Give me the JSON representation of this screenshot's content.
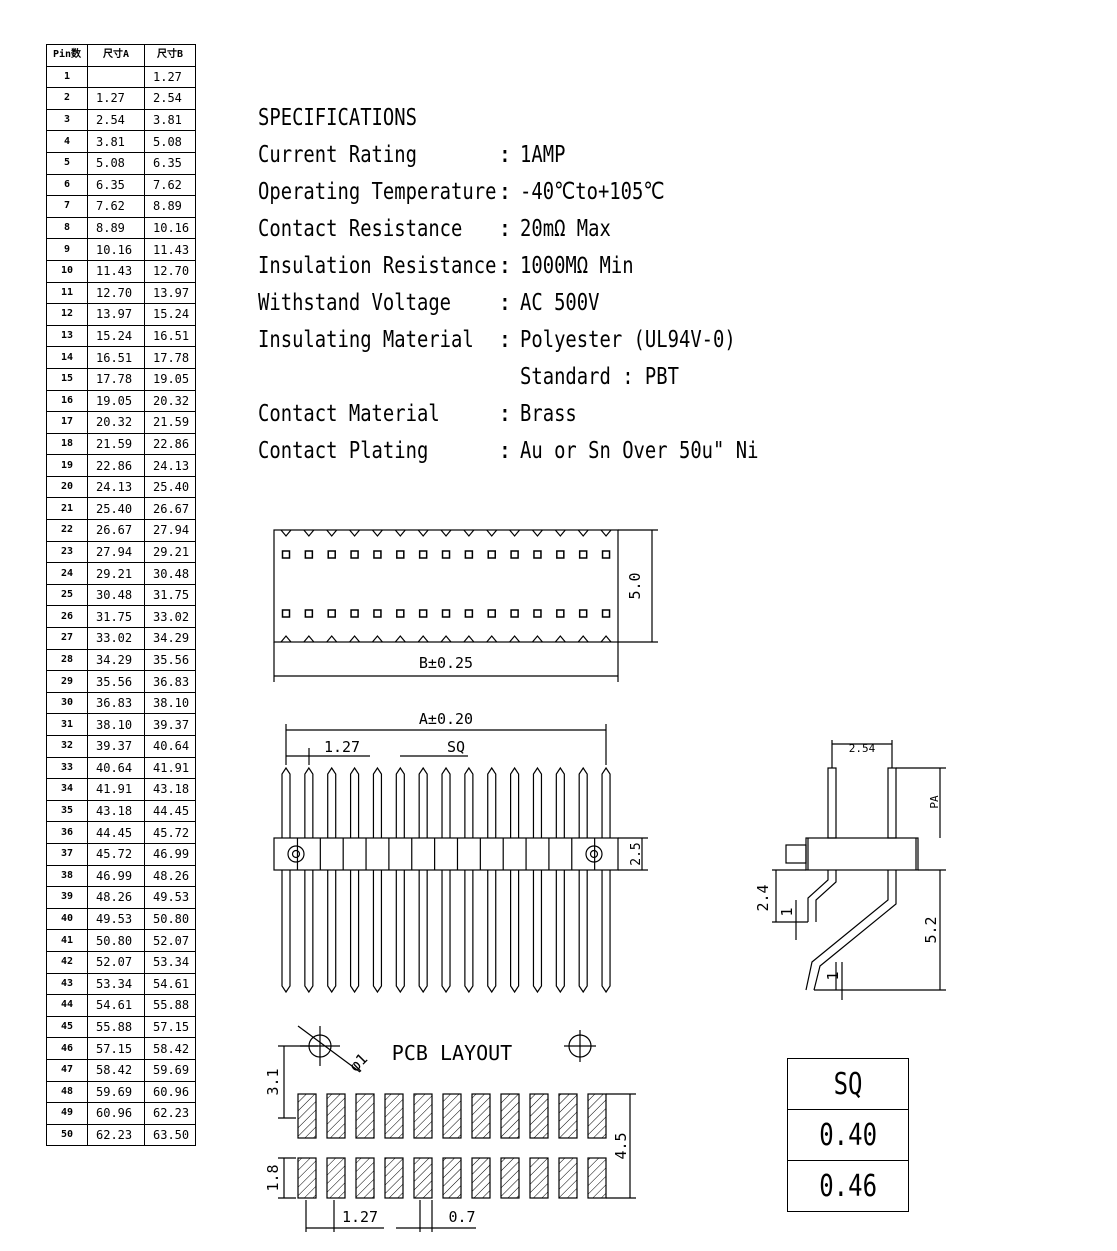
{
  "pin_table": {
    "headers": [
      "Pin数",
      "尺寸A",
      "尺寸B"
    ],
    "rows": [
      [
        "1",
        "",
        "1.27"
      ],
      [
        "2",
        "1.27",
        "2.54"
      ],
      [
        "3",
        "2.54",
        "3.81"
      ],
      [
        "4",
        "3.81",
        "5.08"
      ],
      [
        "5",
        "5.08",
        "6.35"
      ],
      [
        "6",
        "6.35",
        "7.62"
      ],
      [
        "7",
        "7.62",
        "8.89"
      ],
      [
        "8",
        "8.89",
        "10.16"
      ],
      [
        "9",
        "10.16",
        "11.43"
      ],
      [
        "10",
        "11.43",
        "12.70"
      ],
      [
        "11",
        "12.70",
        "13.97"
      ],
      [
        "12",
        "13.97",
        "15.24"
      ],
      [
        "13",
        "15.24",
        "16.51"
      ],
      [
        "14",
        "16.51",
        "17.78"
      ],
      [
        "15",
        "17.78",
        "19.05"
      ],
      [
        "16",
        "19.05",
        "20.32"
      ],
      [
        "17",
        "20.32",
        "21.59"
      ],
      [
        "18",
        "21.59",
        "22.86"
      ],
      [
        "19",
        "22.86",
        "24.13"
      ],
      [
        "20",
        "24.13",
        "25.40"
      ],
      [
        "21",
        "25.40",
        "26.67"
      ],
      [
        "22",
        "26.67",
        "27.94"
      ],
      [
        "23",
        "27.94",
        "29.21"
      ],
      [
        "24",
        "29.21",
        "30.48"
      ],
      [
        "25",
        "30.48",
        "31.75"
      ],
      [
        "26",
        "31.75",
        "33.02"
      ],
      [
        "27",
        "33.02",
        "34.29"
      ],
      [
        "28",
        "34.29",
        "35.56"
      ],
      [
        "29",
        "35.56",
        "36.83"
      ],
      [
        "30",
        "36.83",
        "38.10"
      ],
      [
        "31",
        "38.10",
        "39.37"
      ],
      [
        "32",
        "39.37",
        "40.64"
      ],
      [
        "33",
        "40.64",
        "41.91"
      ],
      [
        "34",
        "41.91",
        "43.18"
      ],
      [
        "35",
        "43.18",
        "44.45"
      ],
      [
        "36",
        "44.45",
        "45.72"
      ],
      [
        "37",
        "45.72",
        "46.99"
      ],
      [
        "38",
        "46.99",
        "48.26"
      ],
      [
        "39",
        "48.26",
        "49.53"
      ],
      [
        "40",
        "49.53",
        "50.80"
      ],
      [
        "41",
        "50.80",
        "52.07"
      ],
      [
        "42",
        "52.07",
        "53.34"
      ],
      [
        "43",
        "53.34",
        "54.61"
      ],
      [
        "44",
        "54.61",
        "55.88"
      ],
      [
        "45",
        "55.88",
        "57.15"
      ],
      [
        "46",
        "57.15",
        "58.42"
      ],
      [
        "47",
        "58.42",
        "59.69"
      ],
      [
        "48",
        "59.69",
        "60.96"
      ],
      [
        "49",
        "60.96",
        "62.23"
      ],
      [
        "50",
        "62.23",
        "63.50"
      ]
    ]
  },
  "specs": {
    "title": "SPECIFICATIONS",
    "colon": ":",
    "rows": [
      {
        "label": "Current Rating",
        "value": "1AMP"
      },
      {
        "label": "Operating Temperature",
        "value": "-40℃to+105℃"
      },
      {
        "label": "Contact Resistance",
        "value": "20mΩ Max"
      },
      {
        "label": "Insulation Resistance",
        "value": "1000MΩ Min"
      },
      {
        "label": "Withstand Voltage",
        "value": "AC 500V"
      },
      {
        "label": "Insulating Material",
        "value": "Polyester (UL94V-0)"
      },
      {
        "label": "",
        "value": "Standard : PBT"
      },
      {
        "label": "Contact Material",
        "value": "Brass"
      },
      {
        "label": "Contact Plating",
        "value": "Au or Sn Over 50u\" Ni"
      }
    ]
  },
  "dims": {
    "top_height": "5.0",
    "top_width": "B±0.25",
    "front_width": "A±0.20",
    "pitch": "1.27",
    "sq": "SQ",
    "housing_height": "2.5",
    "side_pitch": "2.54",
    "side_pa": "PA",
    "side_24": "2.4",
    "side_1a": "1",
    "side_52": "5.2",
    "side_1b": "1",
    "pcb_title": "PCB LAYOUT",
    "pcb_hole": "φ1",
    "pcb_31": "3.1",
    "pcb_45": "4.5",
    "pcb_18": "1.8",
    "pcb_pitch": "1.27",
    "pcb_07": "0.7"
  },
  "sq_table": {
    "header": "SQ",
    "values": [
      "0.40",
      "0.46"
    ]
  }
}
